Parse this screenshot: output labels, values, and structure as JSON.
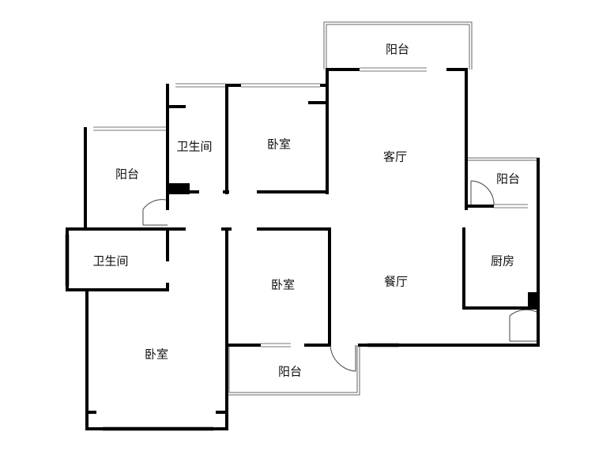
{
  "floor_plan": {
    "rooms": [
      {
        "id": "balcony-top",
        "label": "阳台"
      },
      {
        "id": "bathroom-upper",
        "label": "卫生间"
      },
      {
        "id": "bedroom-upper",
        "label": "卧室"
      },
      {
        "id": "living-room",
        "label": "客厅"
      },
      {
        "id": "balcony-left",
        "label": "阳台"
      },
      {
        "id": "balcony-kitchen",
        "label": "阳台"
      },
      {
        "id": "bathroom-lower",
        "label": "卫生间"
      },
      {
        "id": "bedroom-middle",
        "label": "卧室"
      },
      {
        "id": "dining-room",
        "label": "餐厅"
      },
      {
        "id": "kitchen",
        "label": "厨房"
      },
      {
        "id": "bedroom-master",
        "label": "卧室"
      },
      {
        "id": "balcony-bottom",
        "label": "阳台"
      }
    ],
    "colors": {
      "wall": "#000000",
      "outline": "#555555",
      "background": "#ffffff"
    }
  }
}
